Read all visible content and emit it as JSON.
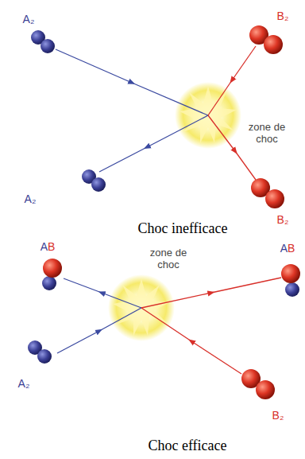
{
  "diagram": {
    "labels": [
      "A₂",
      "B₂",
      "zone de choc",
      "A₂",
      "B₂",
      "Choc inefficace",
      "AB",
      "zone de choc",
      "AB",
      "A₂",
      "B₂",
      "Choc efficace"
    ]
  }
}
